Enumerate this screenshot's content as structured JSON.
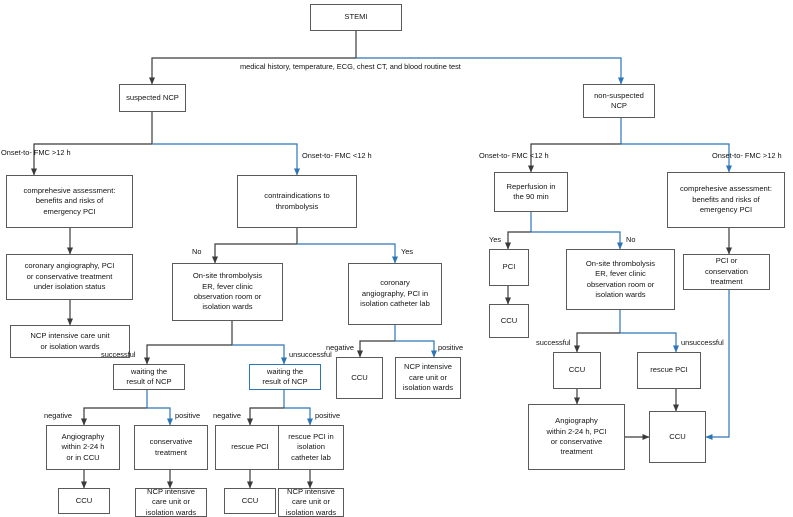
{
  "meta": {
    "title": "STEMI management pathway during NCP (COVID-19) screening",
    "colors": {
      "box_border": "#5a5a5a",
      "box_border_highlight": "#2E75B6",
      "arrow_black": "#3b3b3b",
      "arrow_blue": "#2E75B6",
      "background": "#ffffff",
      "text": "#151515"
    }
  },
  "nodes": {
    "stemi": "STEMI",
    "suspected_ncp": "suspected NCP",
    "non_suspected_ncp": "non-suspected\nNCP",
    "left_comprehensive": "comprehesive assessment:\nbenefits and risks of\nemergency PCI",
    "left_coronary_angio": "coronary angiography, PCI\nor conservative treatment\nunder isolation status",
    "left_ncp_icu": "NCP intensive care unit\nor isolation wards",
    "contraindications": "contraindications to\nthrombolysis",
    "onsite_thrombolysis_left": "On-site thrombolysis\nER, fever clinic\nobservation room or\nisolation wards",
    "coronary_angio_cath": "coronary\nangiography, PCI in\nisolation catheter lab",
    "waiting_ncp_1": "waiting the\nresult of NCP",
    "waiting_ncp_2": "waiting the\nresult of NCP",
    "angio_2_24_ccu": "Angiography\nwithin 2-24 h\nor in CCU",
    "conservative_treatment": "conservative\ntreatment",
    "rescue_pci_mid": "rescue PCI",
    "rescue_pci_isolation": "rescue PCI in\nisolation\ncatheter lab",
    "ccu_b1": "CCU",
    "ncp_icu_b2": "NCP intensive\ncare unit or\nisolation wards",
    "ccu_b3": "CCU",
    "ncp_icu_b4": "NCP intensive\ncare unit or\nisolation wards",
    "ccu_neg_cath": "CCU",
    "ncp_icu_pos_cath": "NCP intensive\ncare unit or\nisolation wards",
    "reperfusion_90": "Reperfusion in\nthe 90 min",
    "pci_yes": "PCI",
    "ccu_pci_yes": "CCU",
    "onsite_thrombolysis_right": "On-site thrombolysis\nER, fever clinic\nobservation room or\nisolation wards",
    "right_comprehensive": "comprehesive assessment:\nbenefits and risks of\nemergency PCI",
    "pci_or_conservation": "PCI or\nconservation\ntreatment",
    "ccu_successful_right": "CCU",
    "rescue_pci_right": "rescue PCI",
    "angio_2_24_pci": "Angiography\nwithin 2-24 h, PCI\nor conservative\ntreatment",
    "ccu_final_right": "CCU"
  },
  "edge_labels": {
    "workup": "medical history, temperature, ECG, chest CT, and blood routine test",
    "onset_gt12_left": "Onset-to- FMC >12 h",
    "onset_lt12_left": "Onset-to- FMC <12 h",
    "onset_lt12_right": "Onset-to- FMC <12 h",
    "onset_gt12_right": "Onset-to- FMC >12 h",
    "no_mid": "No",
    "yes_mid": "Yes",
    "successful_1": "successful",
    "unsuccessful_1": "unsuccessful",
    "negative_1": "negative",
    "positive_1": "positive",
    "negative_2": "negative",
    "positive_2": "positive",
    "negative_cath": "negative",
    "positive_cath": "positive",
    "yes_right": "Yes",
    "no_right": "No",
    "successful_right": "successful",
    "unsuccessful_right": "unsuccessful"
  }
}
